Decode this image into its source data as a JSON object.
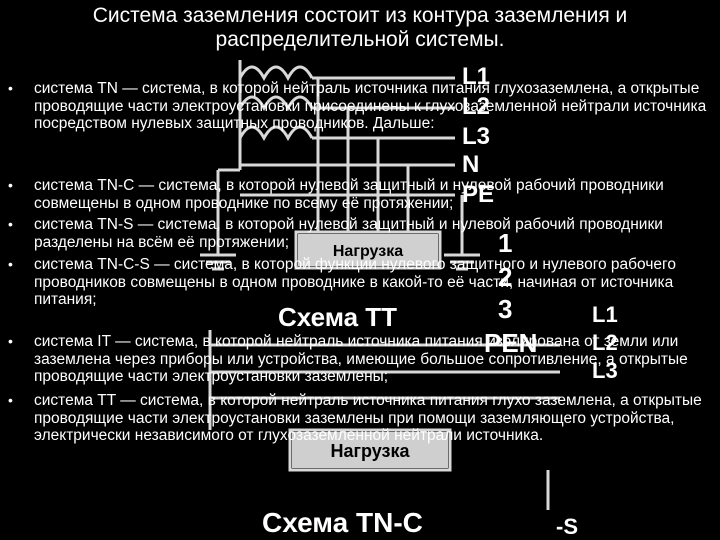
{
  "slide": {
    "title": "Система заземления состоит из контура заземления и распределительной системы.",
    "bullets": [
      {
        "text": "система TN — система, в которой нейтраль источника питания глухозаземлена, а открытые проводящие части электроустановки присоединены к глухозаземленной нейтрали источника посредством нулевых защитных проводников. Дальше:"
      },
      {
        "text": "система TN-C — система, в которой нулевой защитный и нулевой рабочий проводники совмещены в одном проводнике по всему её протяжении;"
      },
      {
        "text": "система TN-S — система, в которой нулевой защитный и нулевой рабочий проводники разделены на всём её протяжении;"
      },
      {
        "text": "система TN-C-S — система, в которой функции нулевого защитного и нулевого рабочего проводников совмещены в одном проводнике в какой-то её части, начиная от источника питания;"
      },
      {
        "text": "система IT — система, в которой нейтраль источника питания изолирована от земли или заземлена через приборы или устройства, имеющие большое сопротивление, а открытые проводящие части электроустановки заземлены;"
      },
      {
        "text": "система TT — система, в которой нейтраль источника питания глухо заземлена, а открытые проводящие части электроустановки заземлены при помощи заземляющего устройства, электрически независимого от глухозаземленной нейтрали источника."
      }
    ],
    "bullet_symbol": "•"
  },
  "diagram": {
    "lines_tt": [
      "L1",
      "L2",
      "L3",
      "N",
      "PE"
    ],
    "load_label": "Нагрузка",
    "caption_tt": "Схема TT",
    "lines_tnc": [
      "1",
      "2",
      "3",
      "PEN",
      "L1",
      "L2",
      "L3"
    ],
    "caption_tnc": "Схема TN-C",
    "caption_partial": "-S"
  }
}
